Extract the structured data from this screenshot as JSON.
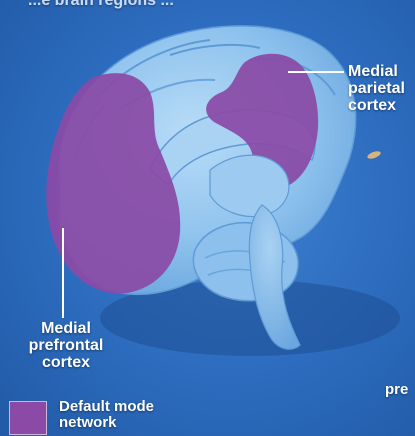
{
  "labels": {
    "top_fragment": "...e brain regions ...",
    "parietal": [
      "Medial",
      "parietal",
      "cortex"
    ],
    "prefrontal": [
      "Medial",
      "prefrontal",
      "cortex"
    ],
    "bottom_right_fragment": "pre"
  },
  "legend": {
    "label_lines": [
      "Default mode",
      "network"
    ],
    "swatch_color": "#8a4aa6"
  },
  "colors": {
    "background": "#2f6fc0",
    "brain": "#8fc3ee",
    "brain_shadow": "#6aa6df",
    "network": "#8a4aa6",
    "leader_line": "#ffffff"
  }
}
